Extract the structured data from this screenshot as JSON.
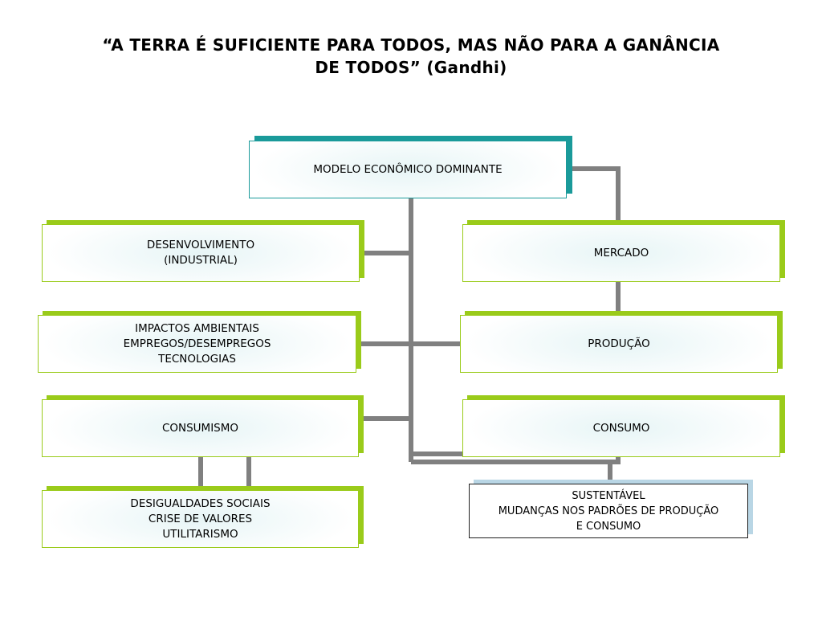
{
  "title": {
    "line1": "“A TERRA É SUFICIENTE PARA TODOS, MAS NÃO PARA A GANÂNCIA",
    "line2": "DE TODOS”  (Gandhi)"
  },
  "nodes": {
    "root": [
      "MODELO ECONÔMICO DOMINANTE"
    ],
    "desenvolvimento": [
      "DESENVOLVIMENTO",
      "(INDUSTRIAL)"
    ],
    "impactos": [
      "IMPACTOS AMBIENTAIS",
      "EMPREGOS/DESEMPREGOS",
      "TECNOLOGIAS"
    ],
    "consumismo": [
      "CONSUMISMO"
    ],
    "desigualdades": [
      "DESIGUALDADES SOCIAIS",
      "CRISE DE VALORES",
      "UTILITARISMO"
    ],
    "mercado": [
      "MERCADO"
    ],
    "producao": [
      "PRODUÇÃO"
    ],
    "consumo": [
      "CONSUMO"
    ],
    "sustentavel": [
      "SUSTENTÁVEL",
      "MUDANÇAS NOS PADRÕES DE PRODUÇÃO",
      "E CONSUMO"
    ]
  },
  "colors": {
    "connector": "#808080",
    "green_accent": "#9acb1a",
    "teal_accent": "#1a9a9a",
    "blue_accent": "#b9d6e5"
  }
}
